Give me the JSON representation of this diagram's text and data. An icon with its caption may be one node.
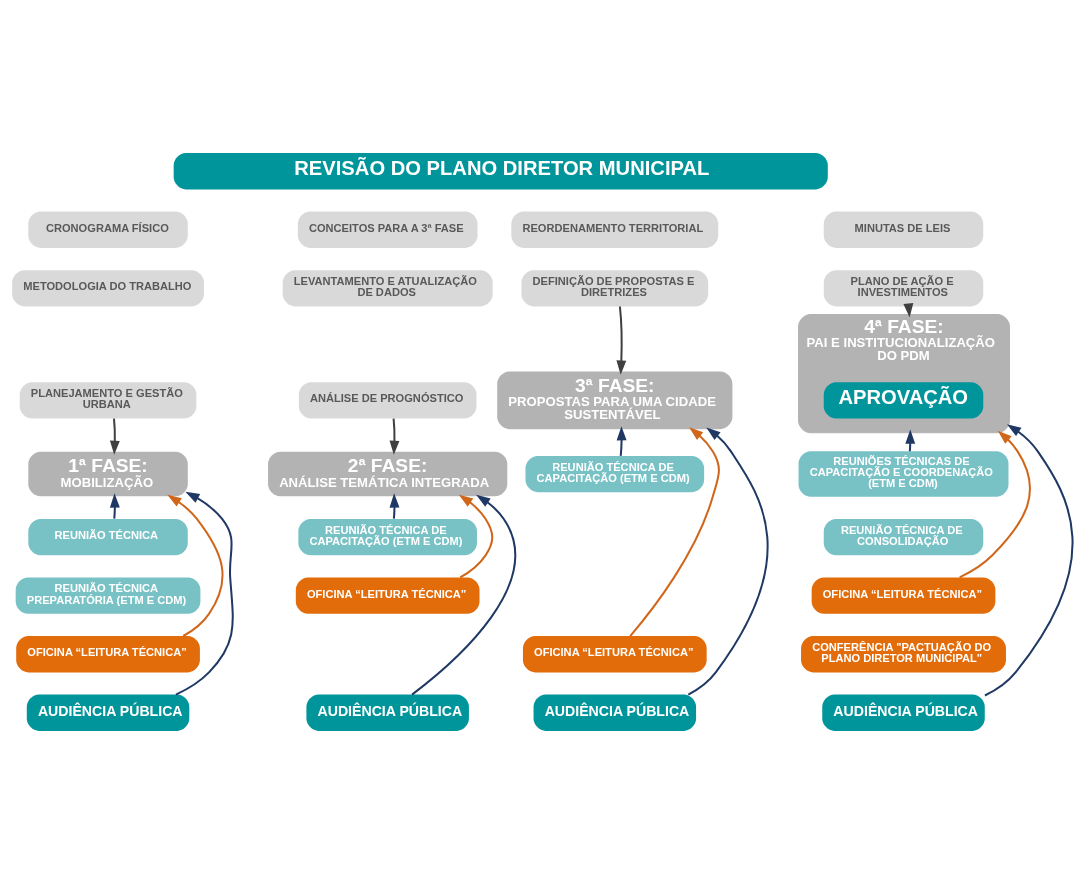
{
  "diagram": {
    "nodes": [
      {
        "text": [
          "CRONOGRAMA FÍSICO"
        ]
      },
      {
        "text": [
          "METODOLOGIA DO TRABALHO"
        ]
      },
      {
        "text": [
          "PLANEJAMENTO E GESTÃO URBANA"
        ]
      },
      {
        "text": [
          "CONCEITOS PARA A 3ª FASE"
        ]
      },
      {
        "text": [
          "LEVANTAMENTO E ATUALIZAÇÃO DE DADOS"
        ]
      },
      {
        "text": [
          "ANÁLISE DE PROGNÓSTICO"
        ]
      },
      {
        "text": [
          "REORDENAMENTO TERRITORIAL"
        ]
      },
      {
        "text": [
          "DEFINIÇÃO DE PROPOSTAS E DIRETRIZES"
        ]
      },
      {
        "text": [
          "MINUTAS DE LEIS"
        ]
      },
      {
        "text": [
          "PLANO DE AÇÃO E INVESTIMENTOS"
        ]
      },
      {
        "text": [
          "1ª FASE:",
          "MOBILIZAÇÃO"
        ]
      },
      {
        "text": [
          "2ª FASE:",
          "ANÁLISE TEMÁTICA INTEGRADA"
        ]
      },
      {
        "text": [
          "3ª FASE:",
          "PROPOSTAS PARA UMA CIDADE SUSTENTÁVEL"
        ]
      },
      {
        "text": [
          "4ª FASE:",
          "PAI E INSTITUCIONALIZAÇÃO DO PDM"
        ]
      },
      {
        "text": [
          "REVISÃO DO PLANO DIRETOR MUNICIPAL"
        ]
      },
      {
        "text": [
          "APROVAÇÃO"
        ],
        "in": 13
      },
      {
        "text": [
          "REUNIÃO TÉCNICA"
        ]
      },
      {
        "text": [
          "REUNIÃO TÉCNICA PREPARATÓRIA (ETM E CDM)"
        ]
      },
      {
        "text": [
          "OFICINA “LEITURA TÉCNICA”"
        ]
      },
      {
        "text": [
          "AUDIÊNCIA PÚBLICA"
        ]
      },
      {
        "text": [
          "REUNIÃO TÉCNICA DE CAPACITAÇÃO (ETM E CDM)"
        ]
      },
      {
        "text": [
          "OFICINA “LEITURA TÉCNICA”"
        ]
      },
      {
        "text": [
          "AUDIÊNCIA PÚBLICA"
        ]
      },
      {
        "text": [
          "REUNIÃO TÉCNICA DE CAPACITAÇÃO (ETM E CDM)"
        ]
      },
      {
        "text": [
          "OFICINA “LEITURA TÉCNICA”"
        ]
      },
      {
        "text": [
          "AUDIÊNCIA PÚBLICA"
        ]
      },
      {
        "text": [
          "REUNIÕES TÉCNICAS DE CAPACITAÇÃO E COORDENAÇÃO (ETM E CDM)"
        ]
      },
      {
        "text": [
          "REUNIÃO TÉCNICA DE CONSOLIDAÇÃO"
        ]
      },
      {
        "text": [
          "OFICINA “LEITURA TÉCNICA”"
        ]
      },
      {
        "text": [
          "CONFERÊNCIA \"PACTUAÇÃO DO PLANO DIRETOR MUNICIPAL\""
        ]
      },
      {
        "text": [
          "AUDIÊNCIA PÚBLICA"
        ]
      }
    ],
    "edges": [
      {
        "from": 2,
        "to": 10,
        "arrow": "to",
        "color": "#404040"
      },
      {
        "from": 5,
        "to": 11,
        "arrow": "to",
        "color": "#404040"
      },
      {
        "from": 7,
        "to": 12,
        "arrow": "to",
        "color": "#404040"
      },
      {
        "from": 9,
        "to": 13,
        "arrow": "to",
        "color": "#404040"
      },
      {
        "from": 16,
        "to": 10,
        "arrow": "to"
      },
      {
        "from": 18,
        "to": 10,
        "arrow": "to",
        "color": "#d0661a"
      },
      {
        "from": 19,
        "to": 10,
        "arrow": "to"
      },
      {
        "from": 20,
        "to": 11,
        "arrow": "to"
      },
      {
        "from": 21,
        "to": 11,
        "arrow": "to",
        "color": "#d0661a"
      },
      {
        "from": 22,
        "to": 11,
        "arrow": "to"
      },
      {
        "from": 23,
        "to": 12,
        "arrow": "to"
      },
      {
        "from": 24,
        "to": 12,
        "arrow": "to",
        "color": "#d0661a"
      },
      {
        "from": 25,
        "to": 12,
        "arrow": "to"
      },
      {
        "from": 26,
        "to": 13,
        "arrow": "to"
      },
      {
        "from": 28,
        "to": 13,
        "arrow": "to",
        "color": "#d0661a"
      },
      {
        "from": 30,
        "to": 13,
        "arrow": "to"
      }
    ]
  }
}
